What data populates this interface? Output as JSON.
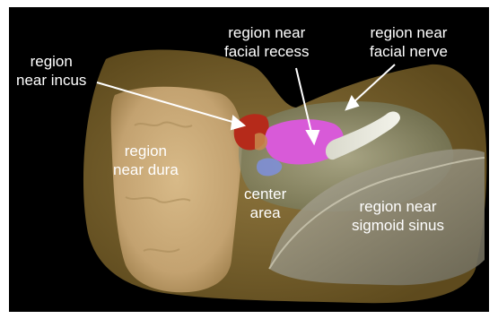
{
  "labels": {
    "incus": [
      "region",
      "near incus"
    ],
    "facial_recess": [
      "region near",
      "facial recess"
    ],
    "facial_nerve": [
      "region near",
      "facial nerve"
    ],
    "dura": [
      "region",
      "near dura"
    ],
    "center": [
      "center",
      "area"
    ],
    "sigmoid": [
      "region near",
      "sigmoid sinus"
    ]
  },
  "colors": {
    "background": "#000000",
    "dura_tissue": "#c9a878",
    "outer_volume": "#a88a45",
    "incus": "#b52a1a",
    "facial_recess": "#d85ad8",
    "facial_nerve": "#e6e6dc",
    "sigmoid_sinus": "#9a9682",
    "label_text": "#ffffff"
  }
}
